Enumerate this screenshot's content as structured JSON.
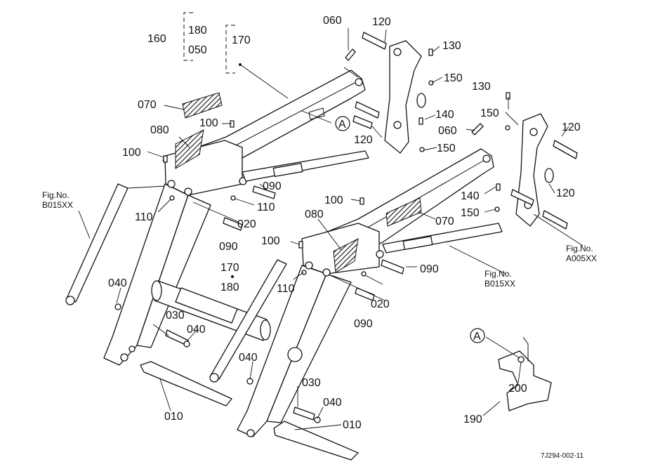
{
  "diagram": {
    "drawing_code": "7J294-002-11",
    "callouts": [
      {
        "id": "c160",
        "text": "160"
      },
      {
        "id": "c180a",
        "text": "180"
      },
      {
        "id": "c050",
        "text": "050"
      },
      {
        "id": "c170a",
        "text": "170"
      },
      {
        "id": "c060a",
        "text": "060"
      },
      {
        "id": "c120a",
        "text": "120"
      },
      {
        "id": "c130a",
        "text": "130"
      },
      {
        "id": "c150a",
        "text": "150"
      },
      {
        "id": "c070a",
        "text": "070"
      },
      {
        "id": "c140a",
        "text": "140"
      },
      {
        "id": "c130b",
        "text": "130"
      },
      {
        "id": "c150b",
        "text": "150"
      },
      {
        "id": "c060b",
        "text": "060"
      },
      {
        "id": "c120b",
        "text": "120"
      },
      {
        "id": "c120c",
        "text": "120"
      },
      {
        "id": "c150c",
        "text": "150"
      },
      {
        "id": "c080a",
        "text": "080"
      },
      {
        "id": "c100a",
        "text": "100"
      },
      {
        "id": "c100b",
        "text": "100"
      },
      {
        "id": "c090a",
        "text": "090"
      },
      {
        "id": "c110a",
        "text": "110"
      },
      {
        "id": "c110b",
        "text": "110"
      },
      {
        "id": "c020a",
        "text": "020"
      },
      {
        "id": "c100c",
        "text": "100"
      },
      {
        "id": "c140b",
        "text": "140"
      },
      {
        "id": "c120d",
        "text": "120"
      },
      {
        "id": "c150d",
        "text": "150"
      },
      {
        "id": "c070b",
        "text": "070"
      },
      {
        "id": "c080b",
        "text": "080"
      },
      {
        "id": "c090b",
        "text": "090"
      },
      {
        "id": "c100d",
        "text": "100"
      },
      {
        "id": "c170b",
        "text": "170"
      },
      {
        "id": "c180b",
        "text": "180"
      },
      {
        "id": "c110c",
        "text": "110"
      },
      {
        "id": "c020b",
        "text": "020"
      },
      {
        "id": "c090c",
        "text": "090"
      },
      {
        "id": "c090d",
        "text": "090"
      },
      {
        "id": "c040a",
        "text": "040"
      },
      {
        "id": "c030a",
        "text": "030"
      },
      {
        "id": "c040b",
        "text": "040"
      },
      {
        "id": "c040c",
        "text": "040"
      },
      {
        "id": "c030b",
        "text": "030"
      },
      {
        "id": "c040d",
        "text": "040"
      },
      {
        "id": "c010a",
        "text": "010"
      },
      {
        "id": "c010b",
        "text": "010"
      },
      {
        "id": "c200",
        "text": "200"
      },
      {
        "id": "c190",
        "text": "190"
      }
    ],
    "markers": [
      {
        "id": "mA1",
        "text": "A"
      },
      {
        "id": "mA2",
        "text": "A"
      }
    ],
    "figure_refs": [
      {
        "id": "fr1",
        "lines": [
          "Fig.No.",
          "B015XX"
        ]
      },
      {
        "id": "fr2",
        "lines": [
          "Fig.No.",
          "A005XX"
        ]
      },
      {
        "id": "fr3",
        "lines": [
          "Fig.No.",
          "B015XX"
        ]
      }
    ]
  }
}
